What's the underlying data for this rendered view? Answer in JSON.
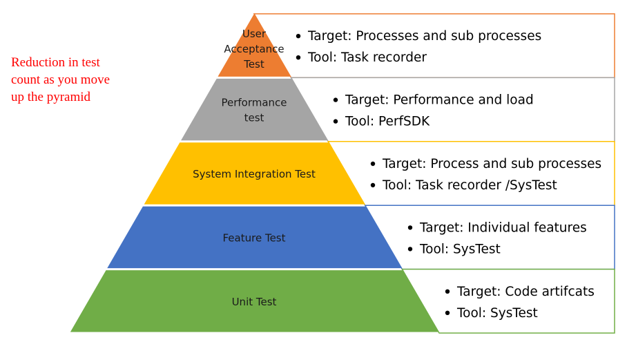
{
  "diagram": {
    "type": "test-pyramid",
    "note": {
      "lines": [
        "Reduction in test",
        "count as you move",
        "up the pyramid"
      ],
      "color": "#ff0000"
    },
    "levels": [
      {
        "name": "User Acceptance Test",
        "label_lines": [
          "User",
          "Acceptance",
          "Test"
        ],
        "color": "#ed7d31",
        "bullets": [
          "Target: Processes and sub processes",
          "Tool: Task recorder"
        ]
      },
      {
        "name": "Performance test",
        "label_lines": [
          "Performance",
          "test"
        ],
        "color": "#a5a5a5",
        "bullets": [
          "Target: Performance and load",
          "Tool: PerfSDK"
        ]
      },
      {
        "name": "System Integration Test",
        "label_lines": [
          "System Integration Test"
        ],
        "color": "#ffc000",
        "bullets": [
          "Target: Process and sub processes",
          "Tool: Task recorder /SysTest"
        ]
      },
      {
        "name": "Feature Test",
        "label_lines": [
          "Feature Test"
        ],
        "color": "#4472c4",
        "bullets": [
          "Target: Individual features",
          "Tool: SysTest"
        ]
      },
      {
        "name": "Unit Test",
        "label_lines": [
          "Unit Test"
        ],
        "color": "#70ad47",
        "bullets": [
          "Target: Code artifcats",
          "Tool: SysTest"
        ]
      }
    ],
    "bullet_glyph": "•"
  }
}
